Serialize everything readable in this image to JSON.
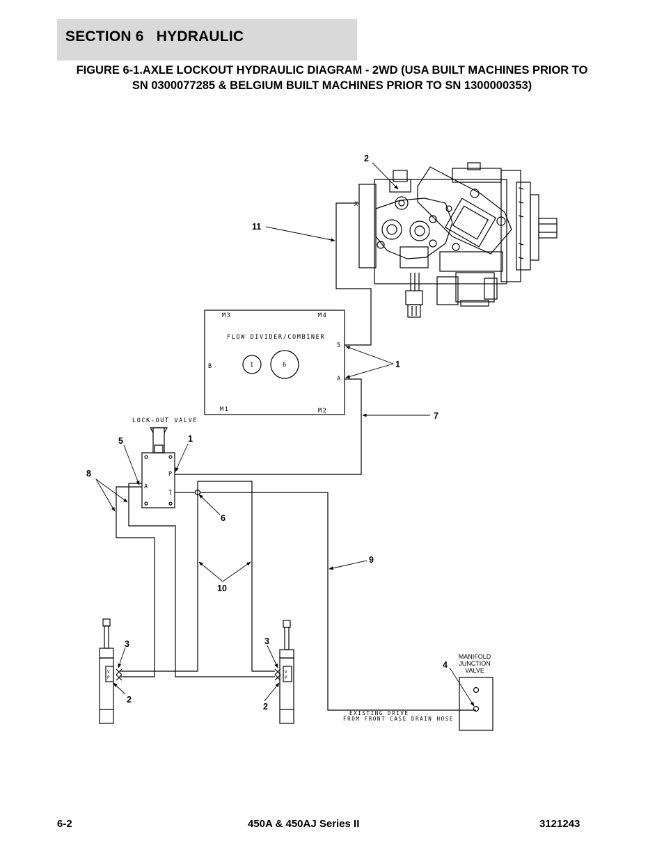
{
  "header": {
    "section": "SECTION 6   HYDRAULIC",
    "figure_line1": "FIGURE 6-1.AXLE LOCKOUT HYDRAULIC DIAGRAM - 2WD (USA BUILT MACHINES PRIOR TO",
    "figure_line2": "SN 0300077285 & BELGIUM BUILT MACHINES PRIOR TO SN 1300000353)"
  },
  "diagram": {
    "flow_divider": {
      "title": "FLOW DIVIDER/COMBINER",
      "port_m3": "M3",
      "port_m4": "M4",
      "port_m1": "M1",
      "port_m2": "M2",
      "port_b": "B",
      "port_5": "5",
      "port_a": "A",
      "circle_left": "1",
      "circle_right": "6"
    },
    "lockout_valve": {
      "title": "LOCK-OUT VALVE",
      "port_p": "P",
      "port_a": "A",
      "port_t": "T"
    },
    "pump": {
      "port_x": "X"
    },
    "cylinder_ports": {
      "v": "V",
      "p": "P"
    },
    "manifold": {
      "line1": "MANIFOLD",
      "line2": "JUNCTION",
      "line3": "VALVE"
    },
    "drain_note": {
      "line1": "EXISTING DRIVE",
      "line2": "FROM FRONT CASE DRAIN HOSE"
    },
    "callouts": {
      "c2_top": "2",
      "c11": "11",
      "c1_fd": "1",
      "c7": "7",
      "c5": "5",
      "c1_valve": "1",
      "c8": "8",
      "c6": "6",
      "c9": "9",
      "c10": "10",
      "c3_left": "3",
      "c2_left": "2",
      "c3_right": "3",
      "c2_right": "2",
      "c4": "4"
    }
  },
  "footer": {
    "page": "6-2",
    "model": "450A & 450AJ Series II",
    "doc": "3121243"
  }
}
